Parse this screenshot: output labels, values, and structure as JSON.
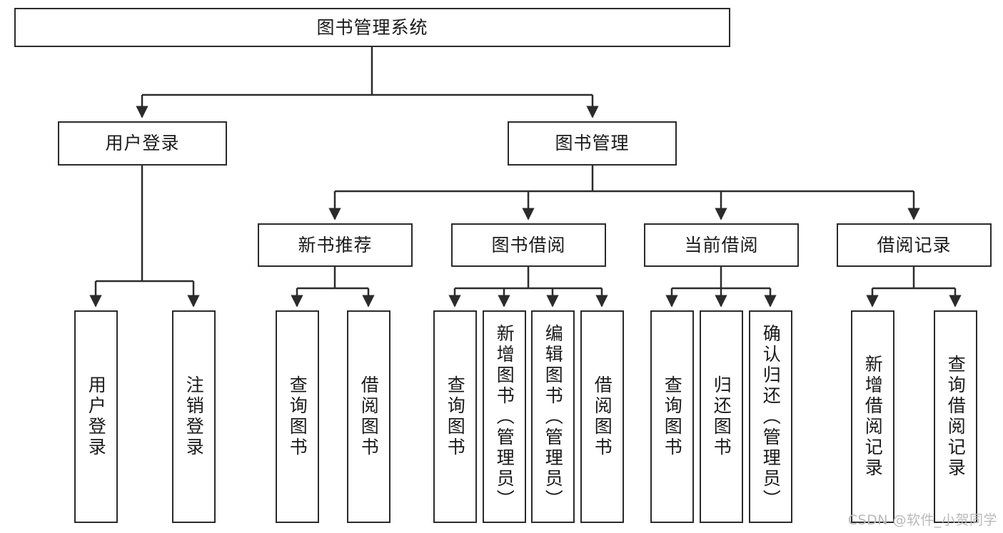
{
  "diagram": {
    "title": "图书管理系统",
    "watermark": "CSDN @软件_小贺同学",
    "colors": {
      "stroke": "#2b2b2b",
      "fill": "#ffffff",
      "text": "#1a1a1a",
      "watermark": "#b9b9b9"
    }
  },
  "chart_data": {
    "type": "diagram",
    "title": "图书管理系统",
    "layout": "top-down hierarchy / functional decomposition tree",
    "levels": 4,
    "nodes": [
      {
        "id": "root",
        "label": "图书管理系统",
        "level": 0,
        "parent": null,
        "orientation": "horizontal"
      },
      {
        "id": "user-login",
        "label": "用户登录",
        "level": 1,
        "parent": "root",
        "orientation": "horizontal"
      },
      {
        "id": "book-manage",
        "label": "图书管理",
        "level": 1,
        "parent": "root",
        "orientation": "horizontal"
      },
      {
        "id": "new-book-rec",
        "label": "新书推荐",
        "level": 2,
        "parent": "book-manage",
        "orientation": "horizontal"
      },
      {
        "id": "book-borrow",
        "label": "图书借阅",
        "level": 2,
        "parent": "book-manage",
        "orientation": "horizontal"
      },
      {
        "id": "current-borrow",
        "label": "当前借阅",
        "level": 2,
        "parent": "book-manage",
        "orientation": "horizontal"
      },
      {
        "id": "borrow-record",
        "label": "借阅记录",
        "level": 2,
        "parent": "book-manage",
        "orientation": "horizontal"
      },
      {
        "id": "leaf-user-login",
        "label": "用户登录",
        "level": 2,
        "parent": "user-login",
        "orientation": "vertical"
      },
      {
        "id": "leaf-logout",
        "label": "注销登录",
        "level": 2,
        "parent": "user-login",
        "orientation": "vertical"
      },
      {
        "id": "leaf-rec-query",
        "label": "查询图书",
        "level": 3,
        "parent": "new-book-rec",
        "orientation": "vertical"
      },
      {
        "id": "leaf-rec-borrow",
        "label": "借阅图书",
        "level": 3,
        "parent": "new-book-rec",
        "orientation": "vertical"
      },
      {
        "id": "leaf-bb-query",
        "label": "查询图书",
        "level": 3,
        "parent": "book-borrow",
        "orientation": "vertical"
      },
      {
        "id": "leaf-bb-add",
        "label": "新增图书（管理员）",
        "level": 3,
        "parent": "book-borrow",
        "orientation": "vertical"
      },
      {
        "id": "leaf-bb-edit",
        "label": "编辑图书（管理员）",
        "level": 3,
        "parent": "book-borrow",
        "orientation": "vertical"
      },
      {
        "id": "leaf-bb-borrow",
        "label": "借阅图书",
        "level": 3,
        "parent": "book-borrow",
        "orientation": "vertical"
      },
      {
        "id": "leaf-cb-query",
        "label": "查询图书",
        "level": 3,
        "parent": "current-borrow",
        "orientation": "vertical"
      },
      {
        "id": "leaf-cb-return",
        "label": "归还图书",
        "level": 3,
        "parent": "current-borrow",
        "orientation": "vertical"
      },
      {
        "id": "leaf-cb-confirm",
        "label": "确认归还（管理员）",
        "level": 3,
        "parent": "current-borrow",
        "orientation": "vertical"
      },
      {
        "id": "leaf-br-add",
        "label": "新增借阅记录",
        "level": 3,
        "parent": "borrow-record",
        "orientation": "vertical"
      },
      {
        "id": "leaf-br-query",
        "label": "查询借阅记录",
        "level": 3,
        "parent": "borrow-record",
        "orientation": "vertical"
      }
    ],
    "edges": [
      {
        "from": "root",
        "to": "user-login"
      },
      {
        "from": "root",
        "to": "book-manage"
      },
      {
        "from": "user-login",
        "to": "leaf-user-login"
      },
      {
        "from": "user-login",
        "to": "leaf-logout"
      },
      {
        "from": "book-manage",
        "to": "new-book-rec"
      },
      {
        "from": "book-manage",
        "to": "book-borrow"
      },
      {
        "from": "book-manage",
        "to": "current-borrow"
      },
      {
        "from": "book-manage",
        "to": "borrow-record"
      },
      {
        "from": "new-book-rec",
        "to": "leaf-rec-query"
      },
      {
        "from": "new-book-rec",
        "to": "leaf-rec-borrow"
      },
      {
        "from": "book-borrow",
        "to": "leaf-bb-query"
      },
      {
        "from": "book-borrow",
        "to": "leaf-bb-add"
      },
      {
        "from": "book-borrow",
        "to": "leaf-bb-edit"
      },
      {
        "from": "book-borrow",
        "to": "leaf-bb-borrow"
      },
      {
        "from": "current-borrow",
        "to": "leaf-cb-query"
      },
      {
        "from": "current-borrow",
        "to": "leaf-cb-return"
      },
      {
        "from": "current-borrow",
        "to": "leaf-cb-confirm"
      },
      {
        "from": "borrow-record",
        "to": "leaf-br-add"
      },
      {
        "from": "borrow-record",
        "to": "leaf-br-query"
      }
    ]
  }
}
